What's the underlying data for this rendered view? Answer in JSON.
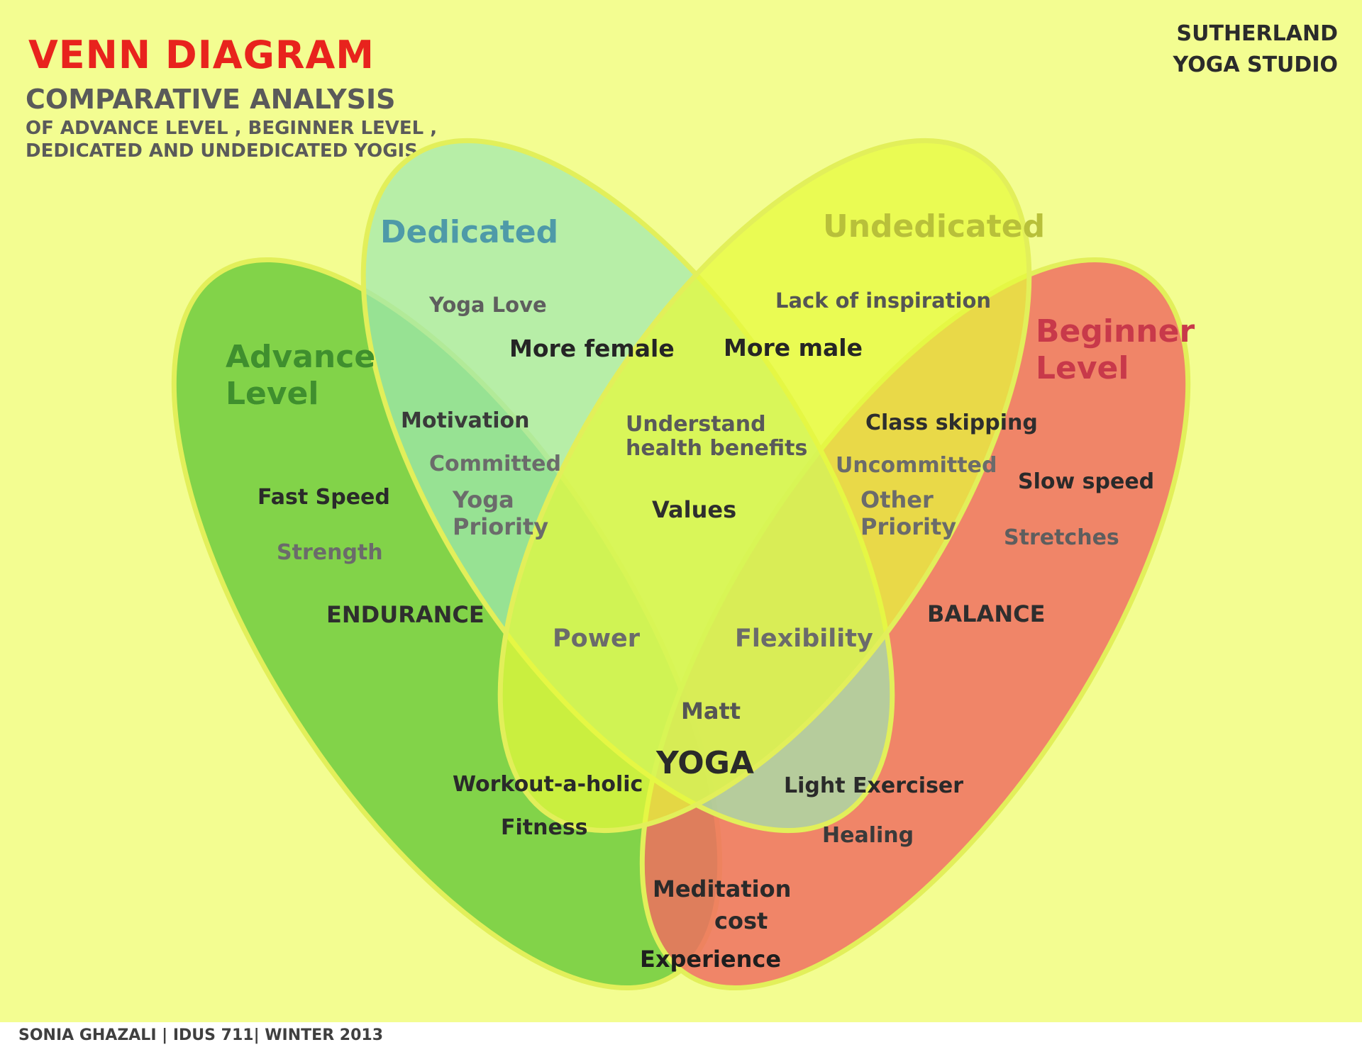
{
  "title": "VENN DIAGRAM",
  "subtitle": "COMPARATIVE ANALYSIS",
  "description_line1": "OF ADVANCE LEVEL , BEGINNER LEVEL ,",
  "description_line2": "DEDICATED AND UNDEDICATED YOGIS",
  "studio_line1": "SUTHERLAND",
  "studio_line2": "YOGA STUDIO",
  "footer": "SONIA GHAZALI | IDUS 711| WINTER 2013",
  "colors": {
    "background": "#f3fd91",
    "advance": "#6ccb3c",
    "dedicated": "#9fe8b0",
    "undedicated": "#e6fa3c",
    "beginner": "#ef6e60",
    "outline": "#e2ef5a",
    "title": "#e8231d"
  },
  "sets": {
    "advance": "Advance Level",
    "dedicated": "Dedicated",
    "undedicated": "Undedicated",
    "beginner": "Beginner Level"
  },
  "set_labels": {
    "advance_1": "Advance",
    "advance_2": "Level",
    "dedicated": "Dedicated",
    "undedicated": "Undedicated",
    "beginner_1": "Beginner",
    "beginner_2": "Level"
  },
  "items": {
    "yoga_love": "Yoga Love",
    "more_female": "More female",
    "lack_inspiration": "Lack of inspiration",
    "more_male": "More male",
    "motivation": "Motivation",
    "committed": "Committed",
    "yoga_priority_1": "Yoga",
    "yoga_priority_2": "Priority",
    "understand_1": "Understand",
    "understand_2": "health benefits",
    "values": "Values",
    "class_skipping": "Class skipping",
    "uncommitted": "Uncommitted",
    "other_priority_1": "Other",
    "other_priority_2": "Priority",
    "slow_speed": "Slow speed",
    "stretches": "Stretches",
    "fast_speed": "Fast Speed",
    "strength": "Strength",
    "endurance": "ENDURANCE",
    "balance": "BALANCE",
    "power": "Power",
    "flexibility": "Flexibility",
    "matt": "Matt",
    "yoga": "YOGA",
    "workout": "Workout-a-holic",
    "fitness": "Fitness",
    "light_exerciser": "Light Exerciser",
    "healing": "Healing",
    "meditation": "Meditation",
    "cost": "cost",
    "experience": "Experience"
  }
}
